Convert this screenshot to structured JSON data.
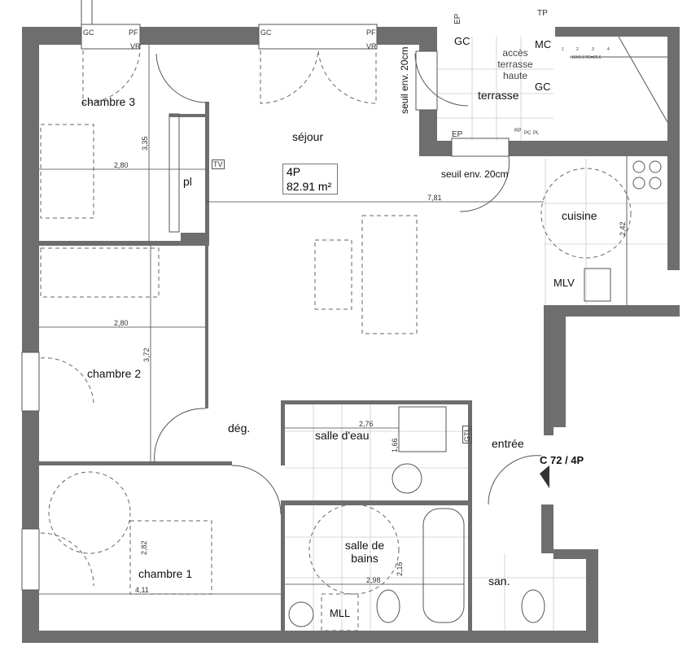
{
  "plan": {
    "apartment_type": "4P",
    "area": "82.91 m²",
    "unit_ref": "C 72 / 4P",
    "rooms": {
      "chambre3": "chambre 3",
      "sejour": "séjour",
      "pl": "pl",
      "terrasse": "terrasse",
      "acces": "accès terrasse haute",
      "cuisine": "cuisine",
      "mlv": "MLV",
      "chambre2": "chambre 2",
      "deg": "dég.",
      "salle_eau": "salle d'eau",
      "entree": "entrée",
      "chambre1": "chambre 1",
      "salle_bains": "salle de bains",
      "san": "san.",
      "mll": "MLL"
    },
    "annotations": {
      "seuil_1": "seuil env. 20cm",
      "seuil_2": "seuil env. 20cm",
      "tv": "TV",
      "gtl": "GTL",
      "gc": "GC",
      "pf": "PF",
      "vr": "VR",
      "ep": "EP",
      "tp": "TP",
      "mc": "MC",
      "rp": "RP",
      "pc": "PC",
      "pl_small": "PL",
      "stairs": "16X0.17/G=25.6",
      "step1": "1",
      "step2": "2",
      "step3": "3",
      "step4": "4"
    },
    "dimensions": {
      "ch3_width": "2,80",
      "ch3_height": "3,35",
      "sejour_width": "7,81",
      "cuisine": "2,42",
      "ch2_width": "2,80",
      "ch2_height": "3,72",
      "salle_eau_width": "2,76",
      "salle_eau_height": "1,66",
      "ch1_height": "2,82",
      "ch1_width": "4,11",
      "bains_width": "2,98",
      "bains_height": "2,16"
    }
  }
}
